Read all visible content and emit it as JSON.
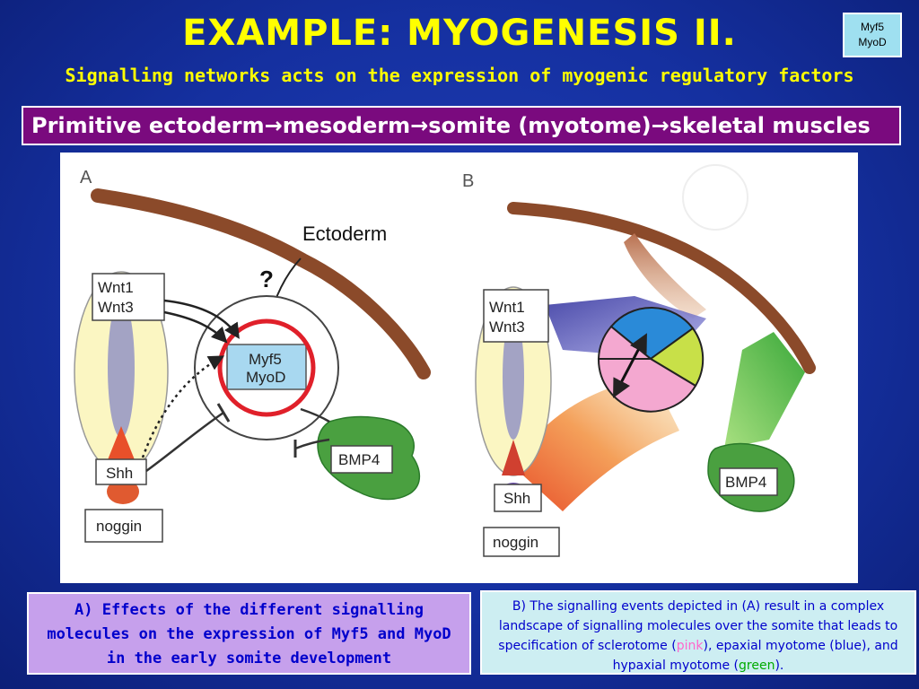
{
  "slide": {
    "title": "EXAMPLE: MYOGENESIS II.",
    "subtitle": "Signalling networks acts on the expression of myogenic regulatory factors",
    "corner_badge": [
      "Myf5",
      "MyoD"
    ],
    "banner": "Primitive ectoderm→mesoderm→somite (myotome)→skeletal muscles"
  },
  "panel_a": {
    "letter": "A",
    "ectoderm": "Ectoderm",
    "question": "?",
    "wnt1": "Wnt1",
    "wnt3": "Wnt3",
    "myf5": "Myf5",
    "myod": "MyoD",
    "shh": "Shh",
    "noggin": "noggin",
    "bmp4": "BMP4"
  },
  "panel_b": {
    "letter": "B",
    "wnt1": "Wnt1",
    "wnt3": "Wnt3",
    "shh": "Shh",
    "noggin": "noggin",
    "bmp4": "BMP4"
  },
  "captions": {
    "a": "A) Effects of the different signalling molecules on the expression of Myf5 and MyoD in the early somite development",
    "b": {
      "pre": "B) The signalling events depicted in (A) result in a complex landscape of signalling molecules over the somite that leads to specification of sclerotome (",
      "pink": "pink",
      "mid1": "), epaxial myotome (blue), and hypaxial myotome (",
      "green": "green",
      "post": ")."
    }
  },
  "colors": {
    "title": "#ffff00",
    "banner": "#7a0a7e",
    "caption_a_bg": "#c6a0ec",
    "caption_b_bg": "#cdeef2",
    "caption_text": "#0000cc",
    "red_circle": "#e0202a",
    "ectoderm": "#8b4a2a"
  }
}
